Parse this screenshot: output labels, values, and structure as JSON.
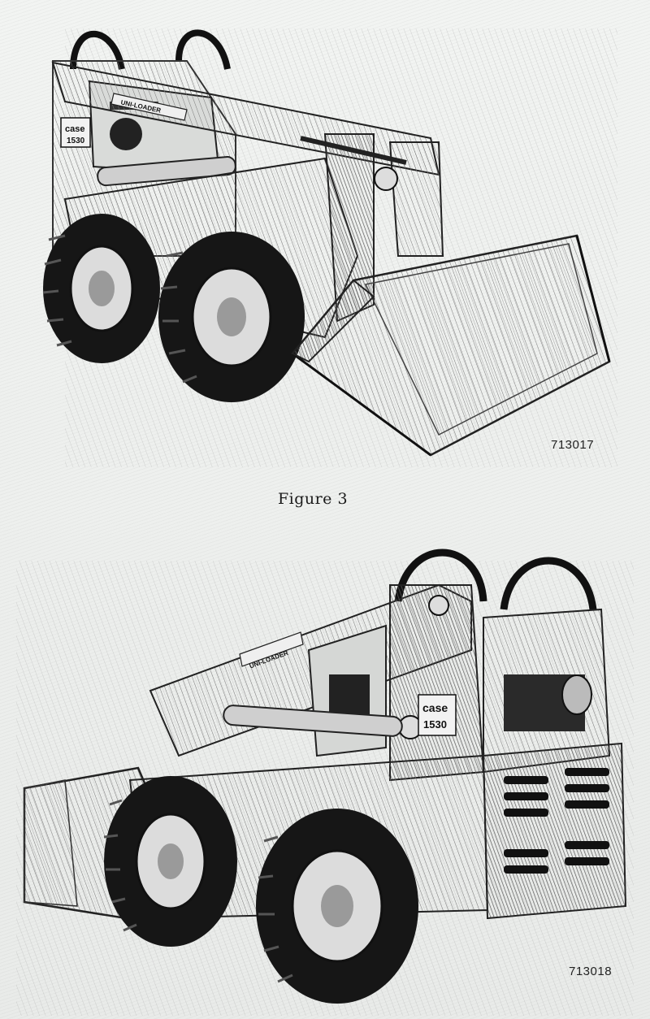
{
  "figures": [
    {
      "part_number": "713017",
      "machine": {
        "badge_brand": "case",
        "badge_model": "1530",
        "decal": "UNI-LOADER"
      }
    },
    {
      "caption": "Figure 3",
      "part_number": "713018",
      "machine": {
        "badge_brand": "case",
        "badge_model": "1530",
        "decal": "UNI-LOADER"
      }
    }
  ],
  "colors": {
    "paper": "#eef0ee",
    "ink": "#1c1c1c",
    "tire": "#161616"
  }
}
